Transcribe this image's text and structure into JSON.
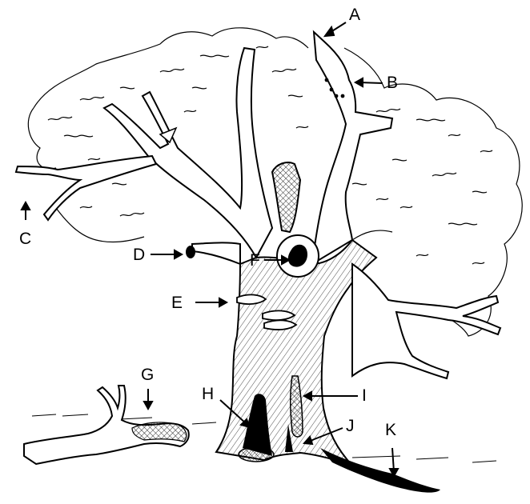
{
  "labels": {
    "A": "A",
    "B": "B",
    "C": "C",
    "D": "D",
    "E": "E",
    "F": "F",
    "G": "G",
    "H": "H",
    "I": "I",
    "J": "J",
    "K": "K"
  },
  "colors": {
    "ink": "#000000",
    "paper": "#ffffff"
  }
}
